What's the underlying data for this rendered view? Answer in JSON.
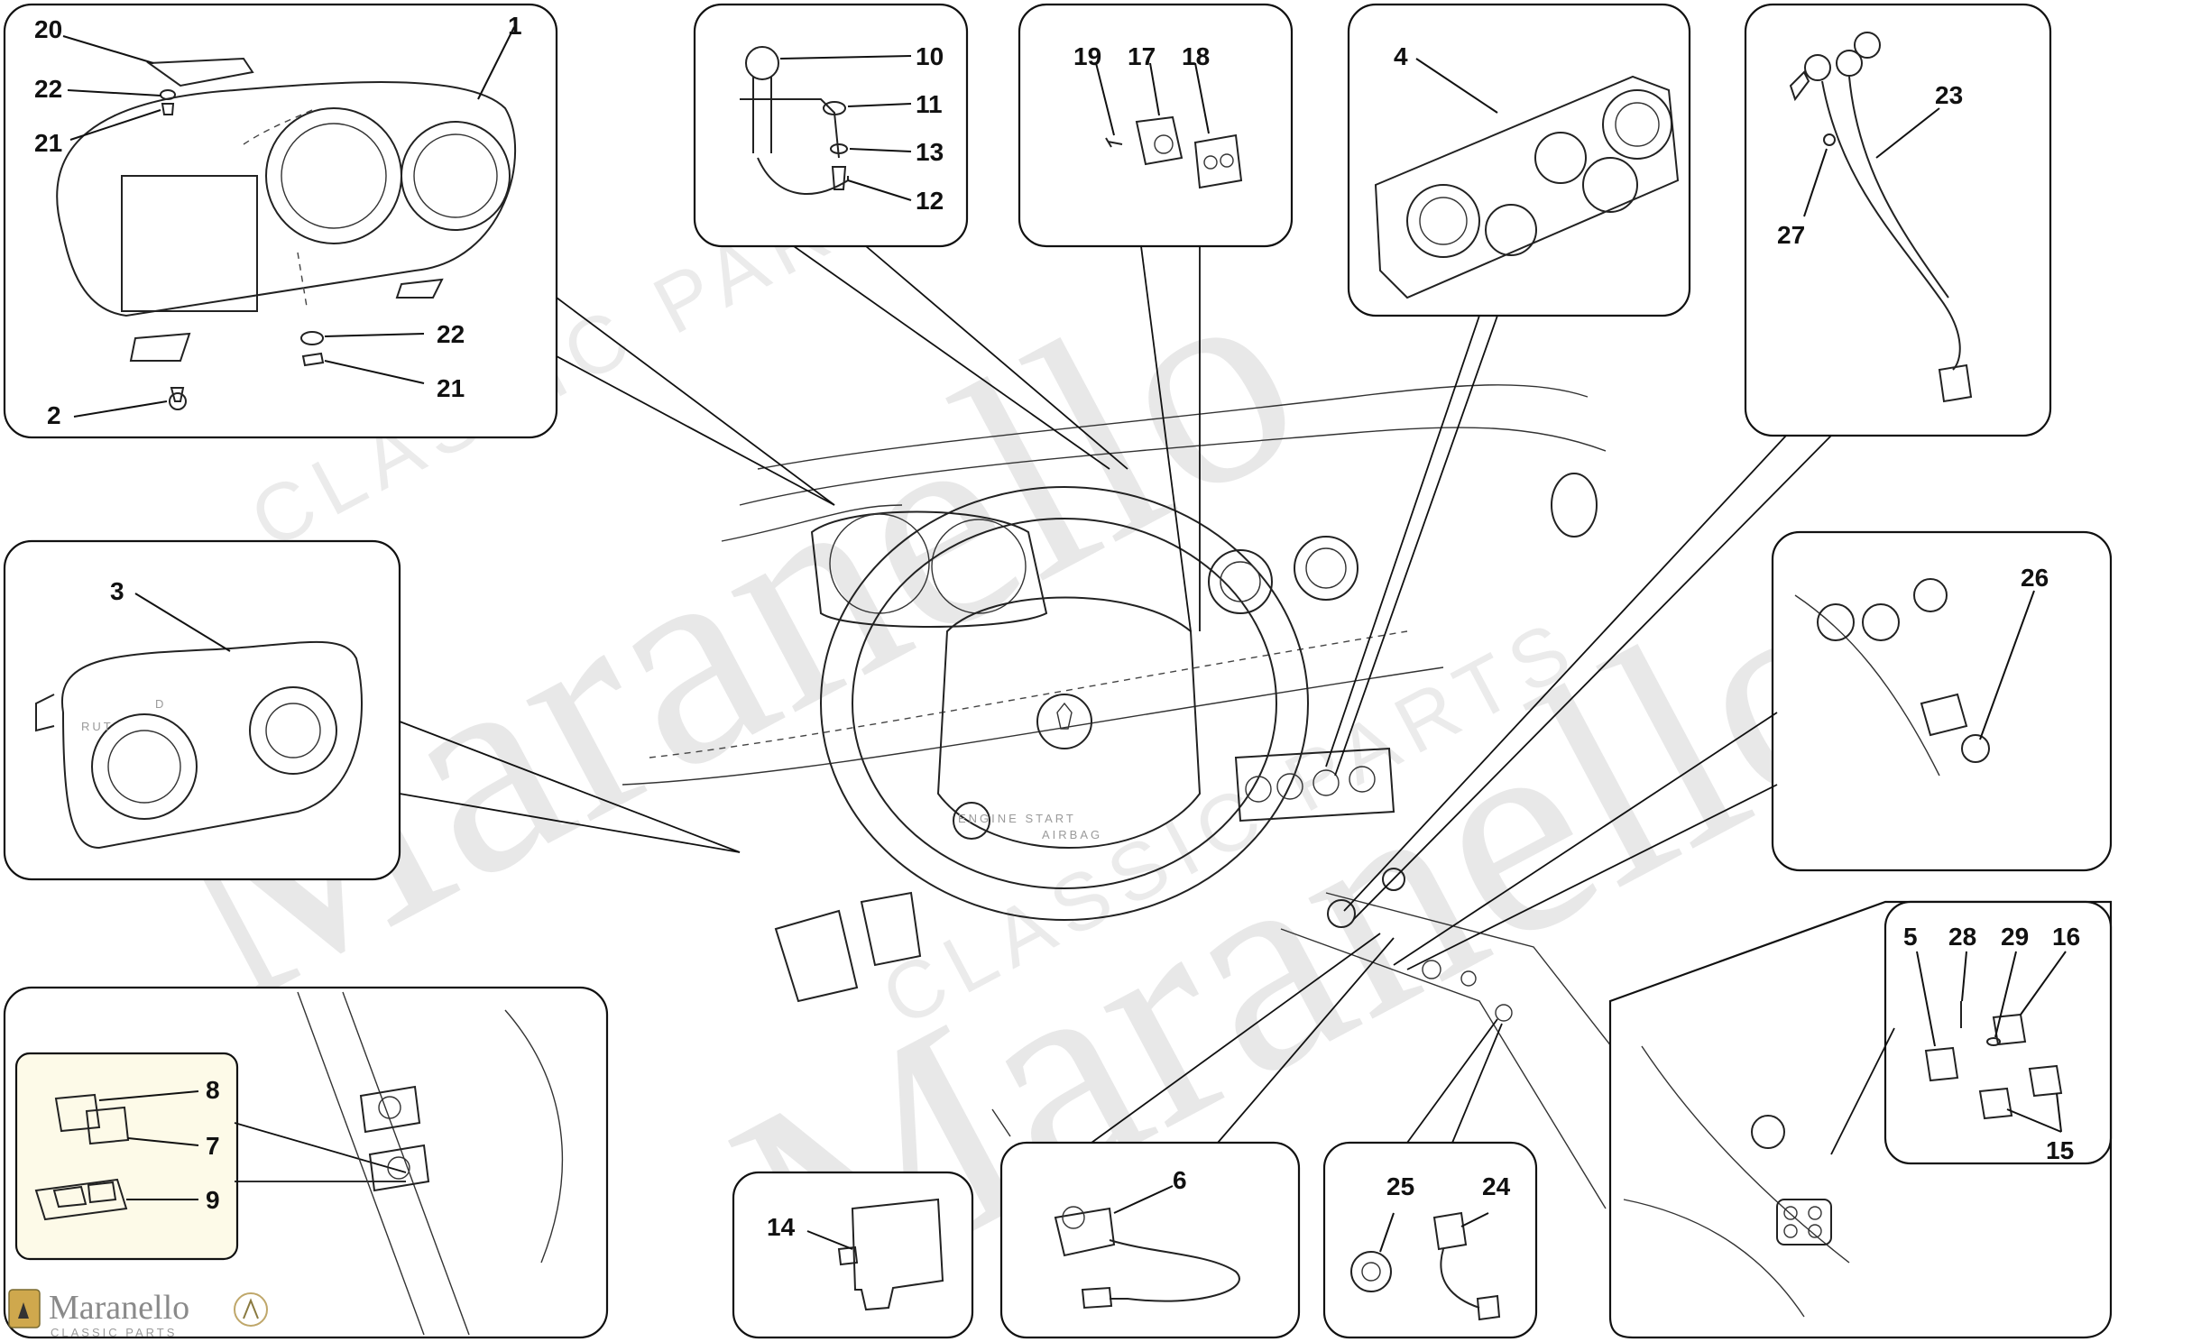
{
  "watermark": {
    "brand": "Maranello",
    "tagline": "CLASSIC PARTS"
  },
  "logo": {
    "name": "Maranello",
    "subtitle": "CLASSIC PARTS"
  },
  "callouts": {
    "n1": "1",
    "n2": "2",
    "n3": "3",
    "n4": "4",
    "n5": "5",
    "n6": "6",
    "n7": "7",
    "n8": "8",
    "n9": "9",
    "n10": "10",
    "n11": "11",
    "n12": "12",
    "n13": "13",
    "n14": "14",
    "n15": "15",
    "n16": "16",
    "n17": "17",
    "n18": "18",
    "n19": "19",
    "n20": "20",
    "n21a": "21",
    "n21b": "21",
    "n22a": "22",
    "n22b": "22",
    "n23": "23",
    "n24": "24",
    "n25": "25",
    "n26": "26",
    "n27": "27",
    "n28": "28",
    "n29": "29"
  },
  "cluster_labels": {
    "rut": "RUT",
    "d": "D"
  },
  "dash_labels": {
    "engine_start": "ENGINE START",
    "airbag": "AIRBAG"
  }
}
